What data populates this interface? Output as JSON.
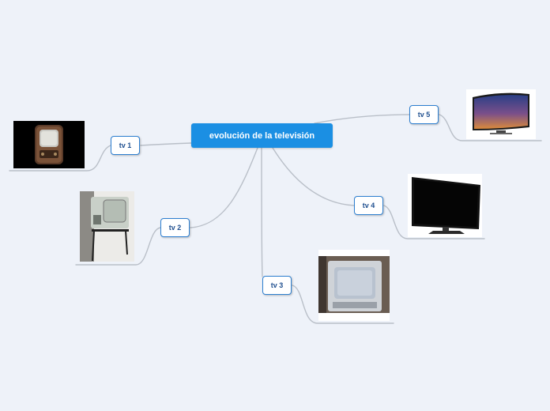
{
  "central_topic": {
    "label": "evolución de la televisión"
  },
  "topics": [
    {
      "id": "tv1",
      "label": "tv 1",
      "image": "old-wooden-crt-tv-picture"
    },
    {
      "id": "tv2",
      "label": "tv 2",
      "image": "vintage-tv-on-stand-picture"
    },
    {
      "id": "tv3",
      "label": "tv 3",
      "image": "crt-tv-picture"
    },
    {
      "id": "tv4",
      "label": "tv 4",
      "image": "flat-screen-lcd-tv-picture"
    },
    {
      "id": "tv5",
      "label": "tv 5",
      "image": "curved-smart-tv-picture"
    }
  ],
  "colors": {
    "background": "#eef2f9",
    "central_fill": "#1b8fe3",
    "topic_border": "#2d7fd0",
    "connector": "#b9bfc8"
  }
}
